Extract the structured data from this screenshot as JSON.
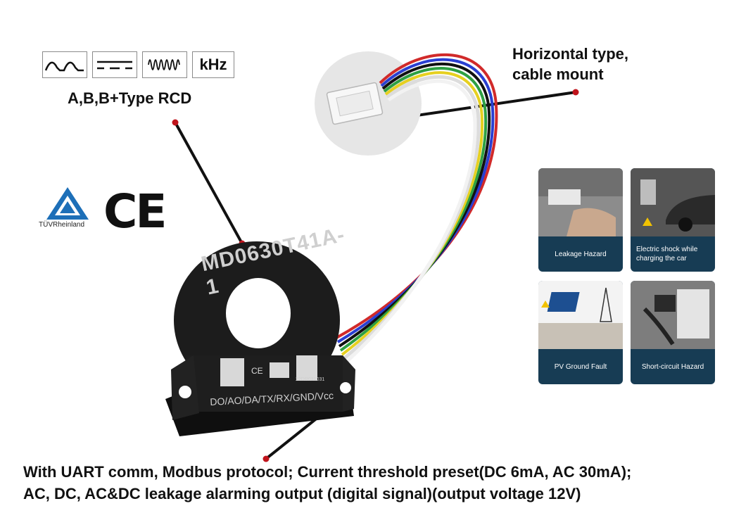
{
  "symbols": {
    "ac_label": "",
    "khz_label": "kHz"
  },
  "rcd_type_label": "A,B,B+Type RCD",
  "mount_label": "Horizontal type,\ncable mount",
  "certifications": {
    "tuv_label": "TÜVRheinland",
    "ce_label": "CE"
  },
  "device": {
    "model": "MD0630T41A-1",
    "pin_label": "DO/AO/DA/TX/RX/GND/Vcc",
    "serial": "22DR031031"
  },
  "hazard_cards": [
    {
      "label": "Leakage Hazard"
    },
    {
      "label": "Electric shock while charging the car"
    },
    {
      "label": "PV Ground Fault"
    },
    {
      "label": "Short-circuit Hazard"
    }
  ],
  "description": {
    "line1": "With UART comm, Modbus protocol; Current threshold preset(DC 6mA, AC 30mA);",
    "line2": "AC, DC, AC&DC leakage alarming output (digital signal)(output voltage 12V)"
  },
  "colors": {
    "pointer_dot": "#c0141c",
    "card_bg": "#173c54",
    "device_body": "#1c1c1c",
    "tuv_blue": "#1d6fb8"
  }
}
